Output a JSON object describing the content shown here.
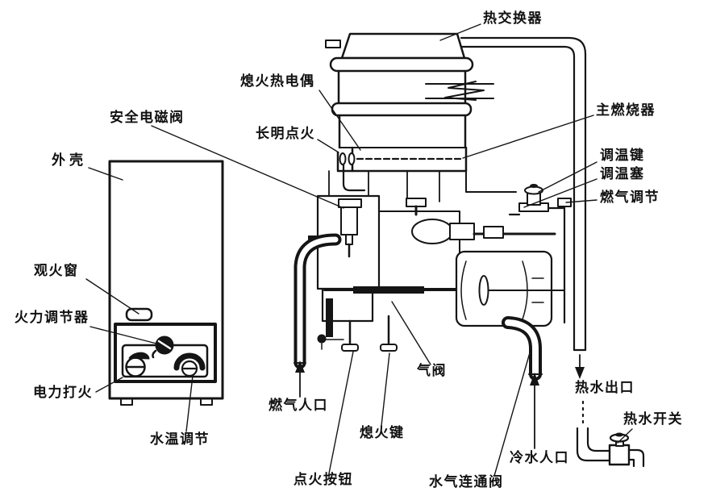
{
  "figure": {
    "type": "technical-cutaway-diagram",
    "subject": "gas water heater internal structure",
    "ink_color": "#151515",
    "background_color": "#ffffff"
  },
  "labels": {
    "heat_exchanger": "热交换器",
    "flameout_thermocouple": "熄火热电偶",
    "safety_solenoid_valve": "安全电磁阀",
    "pilot_light": "长明点火",
    "main_burner": "主燃烧器",
    "temp_adjust_key": "调温键",
    "temp_adjust_plug": "调温塞",
    "gas_adjust": "燃气调节",
    "outer_shell": "外壳",
    "flame_window": "观火窗",
    "fire_regulator": "火力调节器",
    "electric_ignition": "电力打火",
    "water_temp_adjust": "水温调节",
    "gas_inlet": "燃气人口",
    "ignition_button": "点火按钮",
    "flameout_key": "熄火键",
    "gas_valve": "气阀",
    "water_gas_linkage_valve": "水气连通阀",
    "cold_water_inlet": "冷水人口",
    "hot_water_outlet": "热水出口",
    "hot_water_switch": "热水开关"
  }
}
